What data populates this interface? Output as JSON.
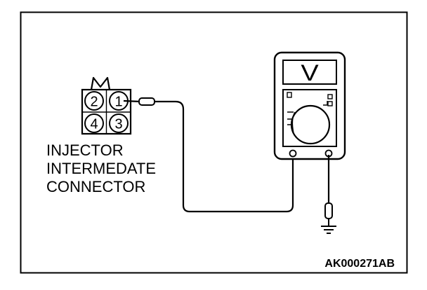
{
  "connector": {
    "pins": [
      "2",
      "1",
      "4",
      "3"
    ],
    "label_lines": [
      "INJECTOR",
      "INTERMEDATE",
      "CONNECTOR"
    ]
  },
  "meter": {
    "mode_symbol": "V"
  },
  "figure_code": "AK000271AB",
  "colors": {
    "line": "#000000",
    "background": "#ffffff"
  }
}
